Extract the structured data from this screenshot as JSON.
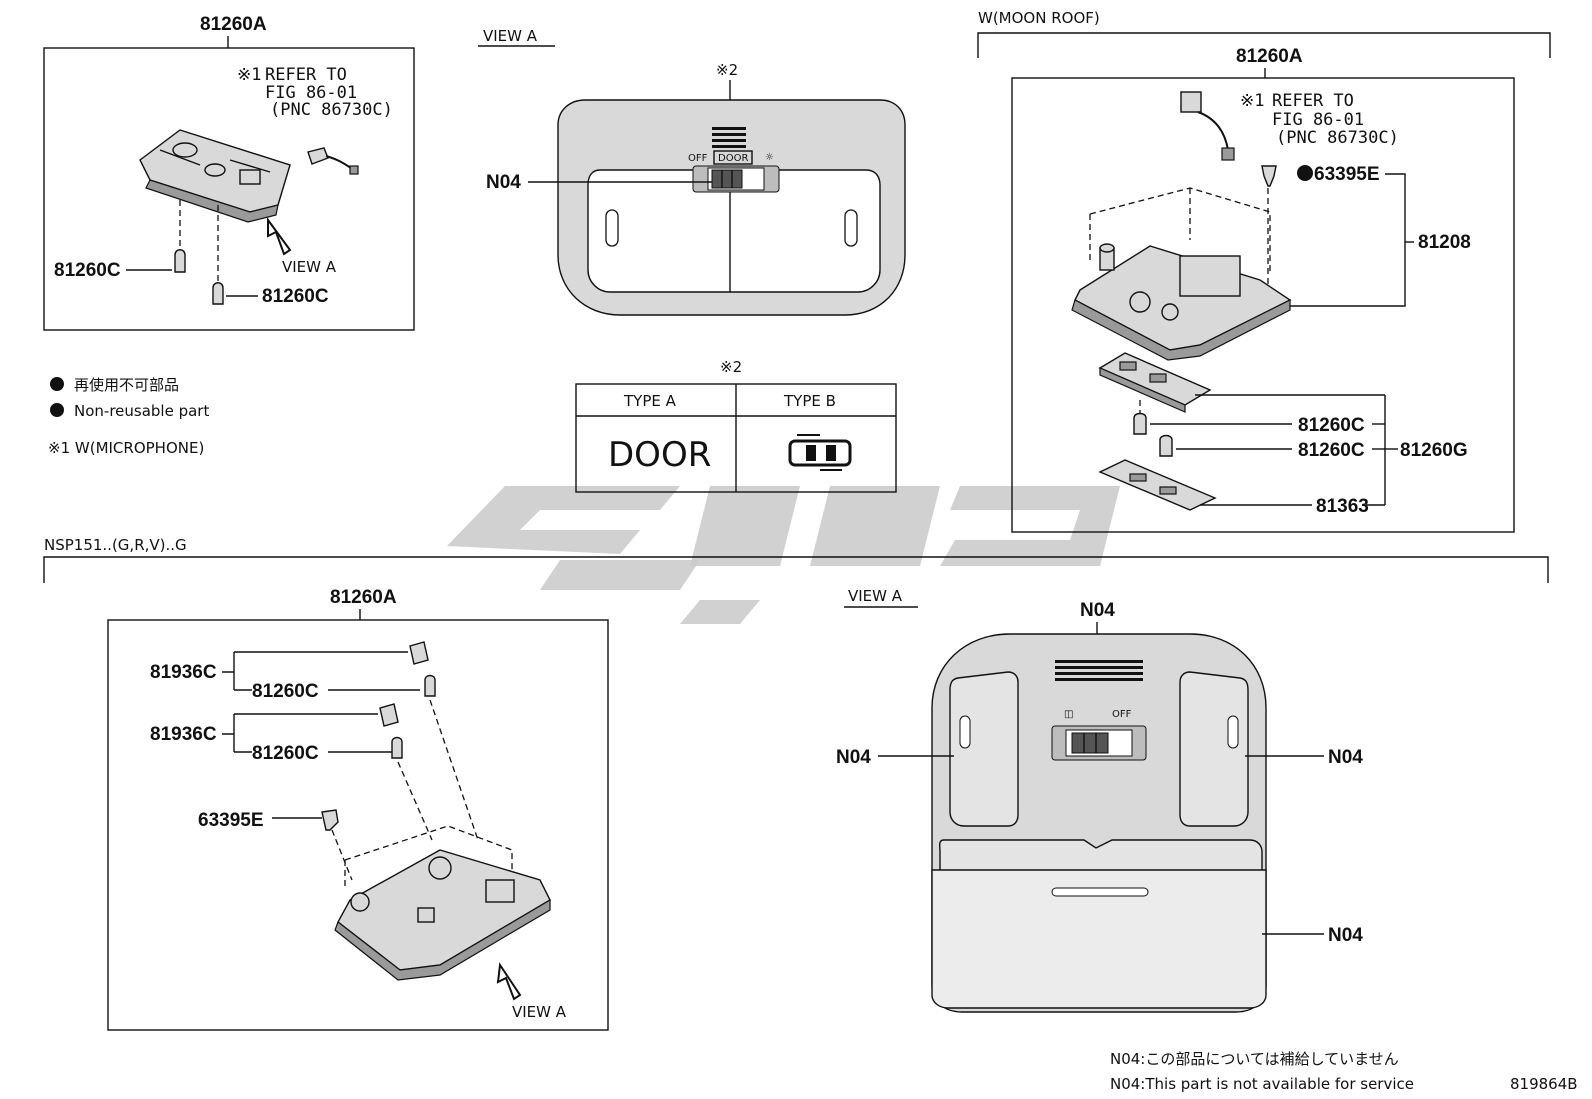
{
  "top_left": {
    "part_number": "81260A",
    "note_mark": "※1",
    "refer_line1": "REFER TO",
    "refer_line2": "FIG 86-01",
    "refer_line3": "(PNC 86730C)",
    "view_label": "VIEW A",
    "bulb_left": "81260C",
    "bulb_right": "81260C"
  },
  "view_a_top": {
    "title": "VIEW A",
    "mark": "※2",
    "callout": "N04",
    "switch_off": "OFF",
    "switch_door": "DOOR"
  },
  "type_table": {
    "mark": "※2",
    "header_a": "TYPE A",
    "header_b": "TYPE B",
    "cell_a": "DOOR"
  },
  "legend": {
    "jp": "再使用不可部品",
    "en": "Non-reusable part",
    "note1": "※1 W(MICROPHONE)"
  },
  "moon_roof": {
    "section_title": "W(MOON ROOF)",
    "part_number": "81260A",
    "note_mark": "※1",
    "refer_line1": "REFER TO",
    "refer_line2": "FIG 86-01",
    "refer_line3": "(PNC 86730C)",
    "clip": "63395E",
    "housing": "81208",
    "bulb1": "81260C",
    "bulb2": "81260C",
    "assy": "81260G",
    "lens": "81363"
  },
  "bottom": {
    "section_title": "NSP151..(G,R,V)..G",
    "part_number": "81260A",
    "socket1": "81936C",
    "bulb1": "81260C",
    "socket2": "81936C",
    "bulb2": "81260C",
    "clip": "63395E",
    "view_label": "VIEW A"
  },
  "view_a_bottom": {
    "title": "VIEW A",
    "callout_top": "N04",
    "callout_left": "N04",
    "callout_right": "N04",
    "callout_lower": "N04",
    "switch_off": "OFF"
  },
  "footnotes": {
    "jp": "N04:この部品については補給していません",
    "en": "N04:This part is not available for service",
    "drawing_number": "819864B"
  },
  "watermark_color": "#c9c9c9"
}
